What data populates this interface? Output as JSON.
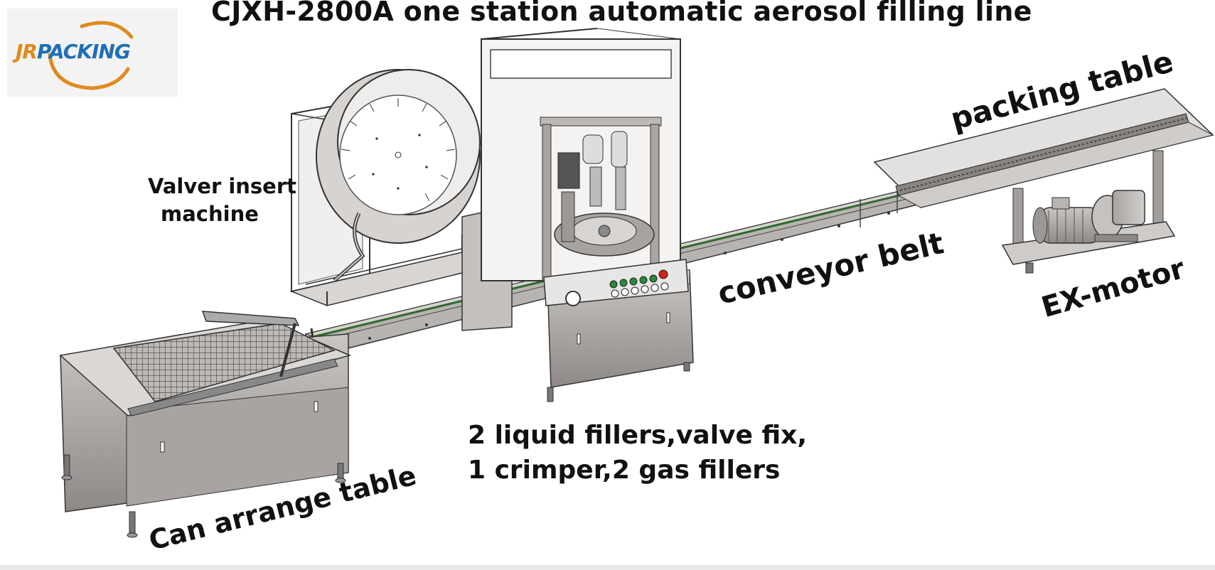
{
  "title": "CJXH-2800A one station automatic aerosol filling line",
  "logo": {
    "text_jr": "JR",
    "text_packing": "PACKING"
  },
  "labels": {
    "valver_line1": "Valver insert",
    "valver_line2": "machine",
    "conveyor": "conveyor belt",
    "packing_table": "packing table",
    "motor": "EX-motor",
    "can_table": "Can arrange table",
    "stations_line1": "2 liquid fillers,valve fix,",
    "stations_line2": "1 crimper,2 gas fillers"
  },
  "colors": {
    "logo_orange": "#e08a1e",
    "logo_blue": "#1f6fb8",
    "machine_grey": "#9a9592",
    "conveyor_green": "#2e6b2e",
    "stop_button_red": "#d42020",
    "start_button_green": "#2a8a3a"
  }
}
